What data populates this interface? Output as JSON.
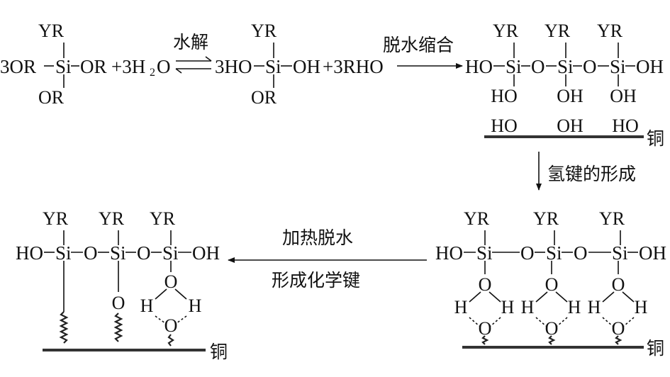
{
  "labels": {
    "hydrolysis": "水解",
    "dehydration_condensation": "脱水缩合",
    "hbond_formation": "氢键的形成",
    "heat_dehydrate": "加热脱水",
    "form_chem_bond": "形成化学键",
    "copper": "铜"
  },
  "equation": {
    "reactant_left": "3OR",
    "si": "Si",
    "or": "OR",
    "yr": "YR",
    "plus_water": "+3H",
    "water_sub": "2",
    "water_o": "O",
    "product_left": "3HO",
    "oh": "OH",
    "plus_alcohol": "+3RHO",
    "ho": "HO",
    "o": "O",
    "h": "H"
  }
}
